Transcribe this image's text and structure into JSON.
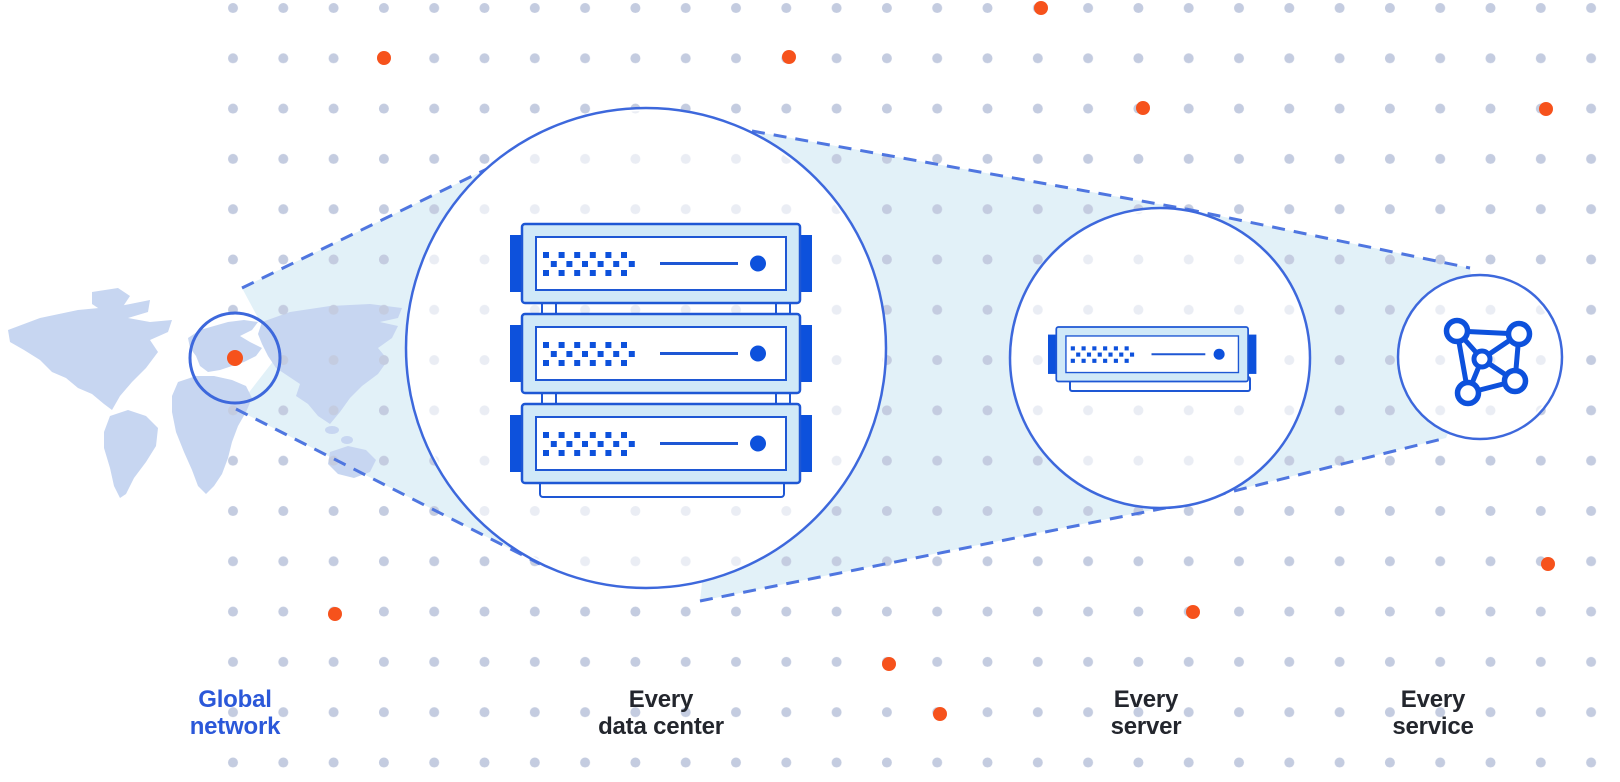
{
  "title": "Global network diagram",
  "stages": [
    {
      "label": "Global\nnetwork",
      "highlighted": true,
      "icon": "world-map-with-location-marker"
    },
    {
      "label": "Every\ndata center",
      "highlighted": false,
      "icon": "server-rack-stack"
    },
    {
      "label": "Every\nserver",
      "highlighted": false,
      "icon": "server-unit"
    },
    {
      "label": "Every\nservice",
      "highlighted": false,
      "icon": "network-mesh"
    }
  ],
  "colors": {
    "accent_blue": "#2b58d9",
    "stroke_blue": "#3d68dc",
    "dash_blue": "#4f76e0",
    "deep_blue": "#0d51dc",
    "server_border": "#1e57d4",
    "server_fill": "#d0e9f8",
    "cone_fill": "#e2f1f8",
    "land_fill": "#c7d6f1",
    "grid_dot": "#c4cce0",
    "orange": "#f6521c",
    "label_dark": "#23262d"
  }
}
